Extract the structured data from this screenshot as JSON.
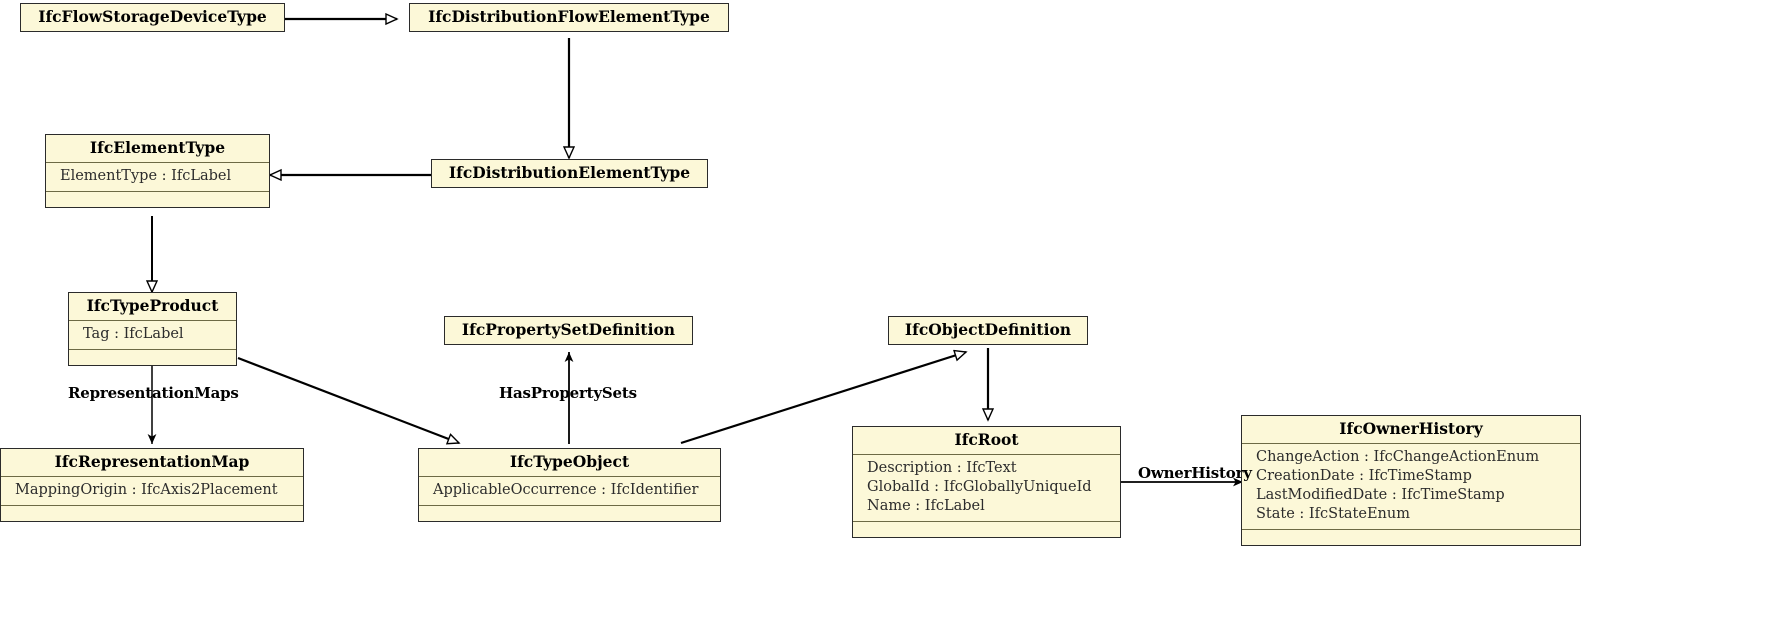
{
  "diagram": {
    "type": "uml-class-diagram",
    "title": "IFC Type Object inheritance diagram",
    "background_color": "#ffffff",
    "box_fill_color": "#fcf8d8",
    "box_border_color": "#2b2b2b",
    "line_color": "#000000"
  },
  "classes": [
    {
      "id": "ifc-flow-storage-device-type",
      "name": "IfcFlowStorageDeviceType",
      "attributes": [],
      "has_empty_compartment": false
    },
    {
      "id": "ifc-distribution-flow-element-type",
      "name": "IfcDistributionFlowElementType",
      "attributes": [],
      "has_empty_compartment": false
    },
    {
      "id": "ifc-element-type",
      "name": "IfcElementType",
      "attributes": [
        "ElementType : IfcLabel"
      ],
      "has_empty_compartment": true
    },
    {
      "id": "ifc-distribution-element-type",
      "name": "IfcDistributionElementType",
      "attributes": [],
      "has_empty_compartment": false
    },
    {
      "id": "ifc-type-product",
      "name": "IfcTypeProduct",
      "attributes": [
        "Tag : IfcLabel"
      ],
      "has_empty_compartment": true
    },
    {
      "id": "ifc-property-set-definition",
      "name": "IfcPropertySetDefinition",
      "attributes": [],
      "has_empty_compartment": false
    },
    {
      "id": "ifc-object-definition",
      "name": "IfcObjectDefinition",
      "attributes": [],
      "has_empty_compartment": false
    },
    {
      "id": "ifc-representation-map",
      "name": "IfcRepresentationMap",
      "attributes": [
        "MappingOrigin : IfcAxis2Placement"
      ],
      "has_empty_compartment": true
    },
    {
      "id": "ifc-type-object",
      "name": "IfcTypeObject",
      "attributes": [
        "ApplicableOccurrence : IfcIdentifier"
      ],
      "has_empty_compartment": true
    },
    {
      "id": "ifc-root",
      "name": "IfcRoot",
      "attributes": [
        "Description : IfcText",
        "GlobalId : IfcGloballyUniqueId",
        "Name : IfcLabel"
      ],
      "has_empty_compartment": true
    },
    {
      "id": "ifc-owner-history",
      "name": "IfcOwnerHistory",
      "attributes": [
        "ChangeAction : IfcChangeActionEnum",
        "CreationDate : IfcTimeStamp",
        "LastModifiedDate : IfcTimeStamp",
        "State : IfcStateEnum"
      ],
      "has_empty_compartment": true
    }
  ],
  "edges": [
    {
      "id": "edge-flowstorage-to-distributionflow",
      "from": "IfcFlowStorageDeviceType",
      "to": "IfcDistributionFlowElementType",
      "kind": "generalization",
      "label": ""
    },
    {
      "id": "edge-distributionflow-to-distributionelement",
      "from": "IfcDistributionFlowElementType",
      "to": "IfcDistributionElementType",
      "kind": "generalization",
      "label": ""
    },
    {
      "id": "edge-distributionelement-to-elementtype",
      "from": "IfcDistributionElementType",
      "to": "IfcElementType",
      "kind": "generalization",
      "label": ""
    },
    {
      "id": "edge-elementtype-to-typeproduct",
      "from": "IfcElementType",
      "to": "IfcTypeProduct",
      "kind": "generalization",
      "label": ""
    },
    {
      "id": "edge-typeproduct-to-representationmap",
      "from": "IfcTypeProduct",
      "to": "IfcRepresentationMap",
      "kind": "association",
      "label": "RepresentationMaps"
    },
    {
      "id": "edge-typeproduct-to-typeobject",
      "from": "IfcTypeProduct",
      "to": "IfcTypeObject",
      "kind": "generalization",
      "label": ""
    },
    {
      "id": "edge-typeobject-to-propertysetdefinition",
      "from": "IfcTypeObject",
      "to": "IfcPropertySetDefinition",
      "kind": "association",
      "label": "HasPropertySets"
    },
    {
      "id": "edge-typeobject-to-objectdefinition",
      "from": "IfcTypeObject",
      "to": "IfcObjectDefinition",
      "kind": "generalization",
      "label": ""
    },
    {
      "id": "edge-objectdefinition-to-root",
      "from": "IfcObjectDefinition",
      "to": "IfcRoot",
      "kind": "generalization",
      "label": ""
    },
    {
      "id": "edge-root-to-ownerhistory",
      "from": "IfcRoot",
      "to": "IfcOwnerHistory",
      "kind": "association",
      "label": "OwnerHistory"
    }
  ],
  "edge_labels": {
    "representation_maps": "RepresentationMaps",
    "has_property_sets": "HasPropertySets",
    "owner_history": "OwnerHistory"
  }
}
